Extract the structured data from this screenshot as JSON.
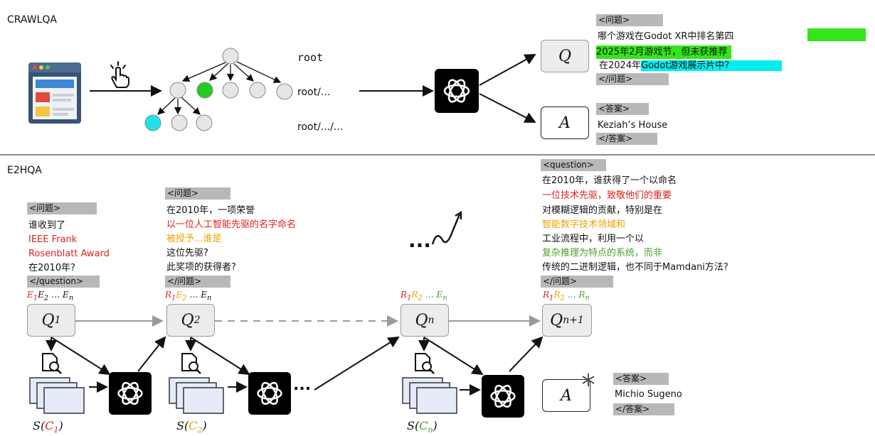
{
  "crawl": {
    "title": "CRAWLQA",
    "tree_labels": [
      "root",
      "root/...",
      "root/.../..."
    ],
    "q_symbol": "Q",
    "a_symbol": "A",
    "q_open": "<问题>",
    "q_lines": [
      "哪个游戏在Godot XR中排名第四",
      "2025年2月游戏节，但未获推荐",
      "在2024年",
      "Godot游戏展示片中?"
    ],
    "q_close": "</问题>",
    "a_open": "<答案>",
    "a_text": "Keziah’s House",
    "a_close": "</答案>"
  },
  "e2h": {
    "title": "E2HQA",
    "b1": {
      "open": "<问题>",
      "l1": "谁收到了",
      "l2": "IEEE Frank",
      "l3": "Rosenblatt Award",
      "l4": "在2010年?",
      "close": "</question>"
    },
    "b2": {
      "open": "<问题>",
      "l1": "在2010年，一项荣誉",
      "l2": "以一位人工智能先驱的名字命名",
      "l3": "被授予...谁是",
      "l4": "这位先驱?",
      "l5": "此奖项的获得者?",
      "close": "</问题>"
    },
    "b3": {
      "open": "<question>",
      "l1": "在2010年，谁获得了一个以命名",
      "l2": "一位技术先驱，致敬他们的重要",
      "l3": "对模糊逻辑的贡献，特别是在",
      "l4": "智能数字技术领域和",
      "l5": "工业流程中，利用一个以",
      "l6": "复杂推理为特点的系统，而非",
      "l7": "传统的二进制逻辑，也不同于Mamdani方法?",
      "close": "</问题>"
    },
    "answer": {
      "open": "<答案>",
      "text": "Michio Sugeno",
      "close": "</答案>"
    },
    "ellipsis": "...",
    "dots": "...",
    "q_letter": "Q",
    "a_letter": "A",
    "q_subs": [
      "1",
      "2",
      "n",
      "n+1"
    ],
    "s_labels": [
      {
        "pre": "S(",
        "c": "C",
        "sub": "1",
        "post": ")"
      },
      {
        "pre": "S(",
        "c": "C",
        "sub": "2",
        "post": ")"
      },
      {
        "pre": "S(",
        "c": "C",
        "sub": "n",
        "post": ")"
      }
    ],
    "e_labels": {
      "q1": [
        "E",
        "1",
        "E",
        "2",
        " … ",
        "E",
        "n"
      ],
      "q2": [
        "R",
        "1",
        "E",
        "2",
        " … ",
        "E",
        "n"
      ],
      "qn": [
        "R",
        "1",
        "R",
        "2",
        " … ",
        "E",
        "n"
      ],
      "qn1": [
        "R",
        "1",
        "R",
        "2",
        " … ",
        "R",
        "n"
      ]
    }
  },
  "colors": {
    "green_node": "#22cc22",
    "cyan_node": "#22e0e8",
    "red": "#e02020",
    "orange": "#f0a000",
    "green": "#4a9e2a",
    "blue": "#2d7fd8",
    "divider": "#8c8c8c"
  }
}
